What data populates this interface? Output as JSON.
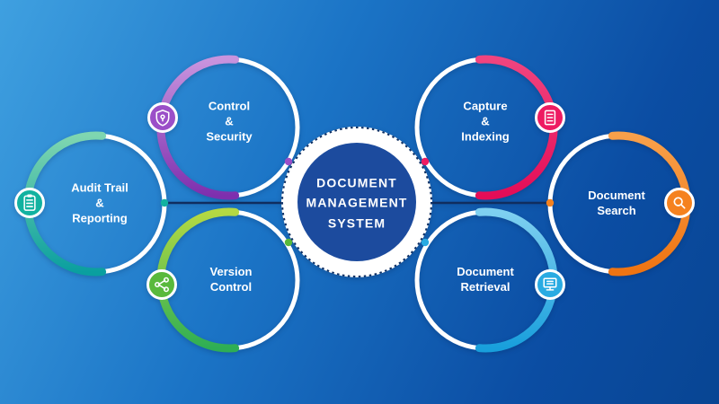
{
  "diagram": {
    "center": {
      "lines": [
        "DOCUMENT",
        "MANAGEMENT",
        "SYSTEM"
      ],
      "bg_color": "#1c4b9e"
    },
    "nodes": [
      {
        "id": "control-security",
        "lines": [
          "Control",
          "&",
          "Security"
        ],
        "color": "#9b4fc8",
        "icon": "shield-icon"
      },
      {
        "id": "audit-trail-reporting",
        "lines": [
          "Audit Trail",
          "&",
          "Reporting"
        ],
        "color": "#12b2a0",
        "icon": "clipboard-checklist-icon"
      },
      {
        "id": "version-control",
        "lines": [
          "Version",
          "Control"
        ],
        "color": "#59b93c",
        "icon": "branch-nodes-icon"
      },
      {
        "id": "capture-indexing",
        "lines": [
          "Capture",
          "&",
          "Indexing"
        ],
        "color": "#ee1b62",
        "icon": "indexed-document-icon"
      },
      {
        "id": "document-search",
        "lines": [
          "Document",
          "Search"
        ],
        "color": "#f5821f",
        "icon": "magnifier-icon"
      },
      {
        "id": "document-retrieval",
        "lines": [
          "Document",
          "Retrieval"
        ],
        "color": "#29abe2",
        "icon": "monitor-icon"
      }
    ],
    "connector_color": "#102d5e",
    "background": {
      "gradient_from": "#3fa0e0",
      "gradient_to": "#084593"
    }
  }
}
